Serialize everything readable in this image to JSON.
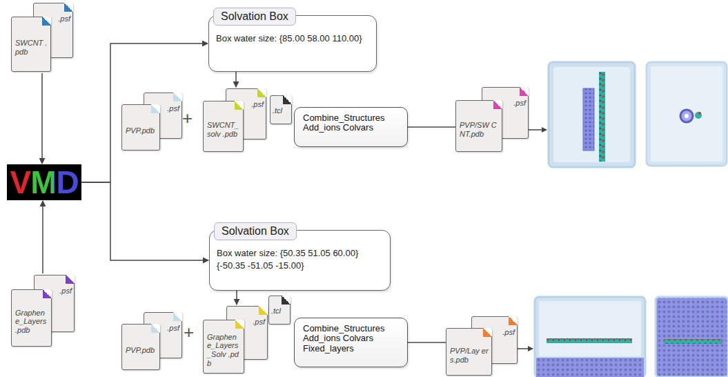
{
  "diagram": {
    "nodes": [
      {
        "text": [
          "SWCNT .pdb",
          ".psf"
        ]
      },
      {
        "text": [
          "Solvation Box",
          "Box water size: {85.00 58.00 110.00}"
        ]
      },
      {
        "text": [
          "PVP.pdb",
          ".psf"
        ]
      },
      {
        "text": [
          "SWCNT_ solv .pdb",
          ".psf"
        ]
      },
      {
        "text": [
          ".tcl"
        ]
      },
      {
        "text": [
          "Combine_Structures Add_ions Colvars"
        ]
      },
      {
        "text": [
          "PVP/SW CNT.pdb",
          ".psf"
        ]
      },
      {
        "text": [
          "VMD"
        ]
      },
      {
        "text": [
          "Solvation Box",
          "Box water size: {50.35 51.05 60.00} {-50.35 -51.05 -15.00}"
        ]
      },
      {
        "text": [
          "Graphen e_Layers .pdb",
          ".psf"
        ]
      },
      {
        "text": [
          "PVP.pdb",
          ".psf"
        ]
      },
      {
        "text": [
          "Graphen e_Layers _Solv .pdb",
          ".psf"
        ]
      },
      {
        "text": [
          ".tcl"
        ]
      },
      {
        "text": [
          "Combine_Structures Add_ions Colvars Fixed_layers"
        ]
      },
      {
        "text": [
          "PVP/Lay ers.pdb",
          ".psf"
        ]
      }
    ],
    "edges": [
      {
        "from": 0,
        "to": 7,
        "arrow": "to"
      },
      {
        "from": 9,
        "to": 7,
        "arrow": "to"
      },
      {
        "from": 7,
        "to": 1,
        "arrow": "to"
      },
      {
        "from": 7,
        "to": 8,
        "arrow": "to"
      },
      {
        "from": 1,
        "to": 3,
        "arrow": "to"
      },
      {
        "from": 8,
        "to": 11,
        "arrow": "to"
      },
      {
        "from": 5,
        "to": 6,
        "arrow": "none"
      },
      {
        "from": 13,
        "to": 14,
        "arrow": "none"
      }
    ],
    "labels": [
      "+",
      "+"
    ]
  }
}
